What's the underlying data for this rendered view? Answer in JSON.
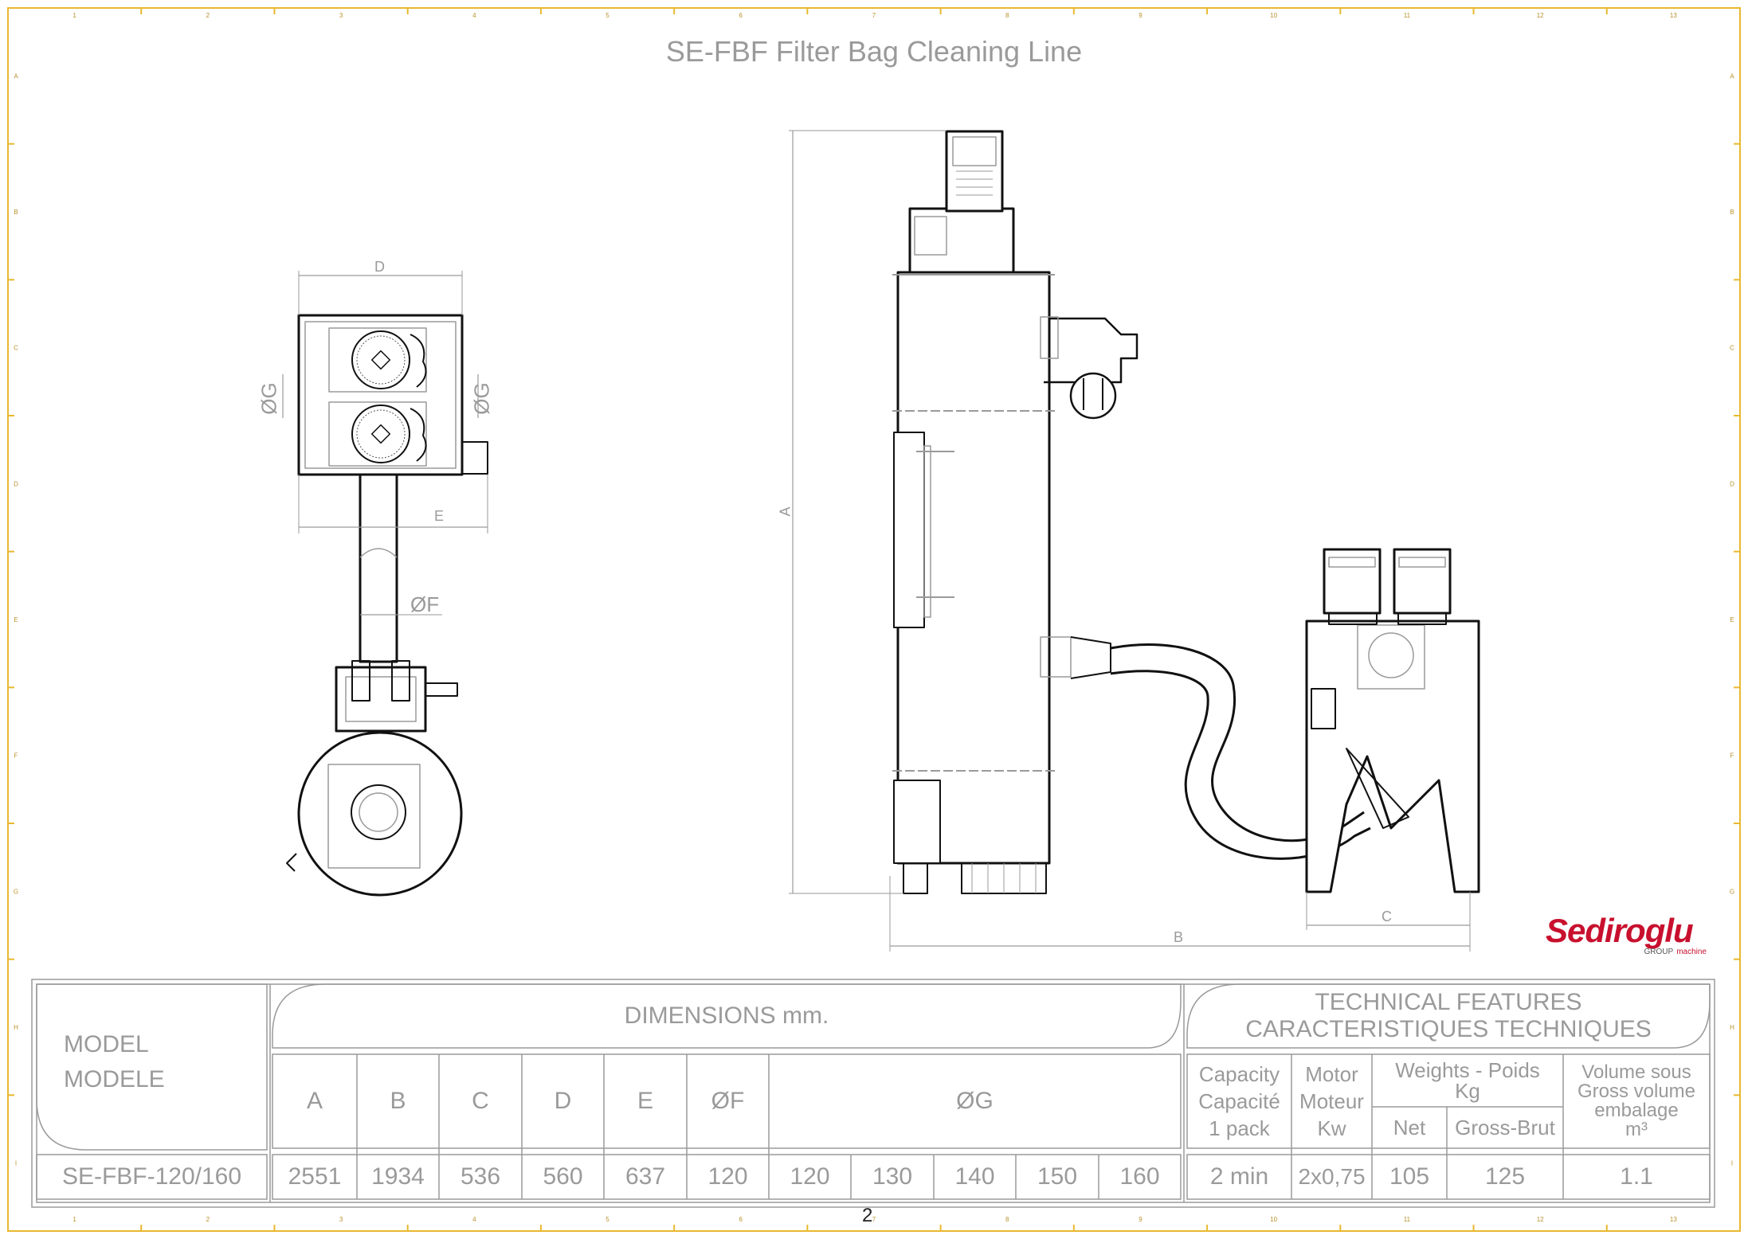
{
  "title": "SE-FBF Filter Bag Cleaning Line",
  "page_number": "2",
  "logo": {
    "brand": "Sediroglu",
    "sub_group": "GROUP",
    "sub_machine": "machine"
  },
  "drawing_labels": {
    "D": "D",
    "E": "E",
    "OG_left": "ØG",
    "OG_right": "ØG",
    "OF": "ØF",
    "A": "A",
    "B": "B",
    "C": "C"
  },
  "frame": {
    "columns": [
      "1",
      "2",
      "3",
      "4",
      "5",
      "6",
      "7",
      "8",
      "9",
      "10",
      "11",
      "12",
      "13"
    ],
    "rows": [
      "A",
      "B",
      "C",
      "D",
      "E",
      "F",
      "G",
      "H",
      "I"
    ]
  },
  "table": {
    "model_header": [
      "MODEL",
      "MODELE"
    ],
    "dimensions_header": "DIMENSIONS mm.",
    "tech_header": [
      "TECHNICAL FEATURES",
      "CARACTERISTIQUES TECHNIQUES"
    ],
    "dim_columns": [
      "A",
      "B",
      "C",
      "D",
      "E",
      "ØF",
      "ØG"
    ],
    "capacity_header": [
      "Capacity",
      "Capacité",
      "1 pack"
    ],
    "motor_header": [
      "Motor",
      "Moteur",
      "Kw"
    ],
    "weights_header": [
      "Weights - Poids",
      "Kg"
    ],
    "net_header": "Net",
    "gross_header": "Gross-Brut",
    "volume_header": [
      "Volume sous",
      "Gross volume",
      "embalage",
      "m³"
    ],
    "row": {
      "model": "SE-FBF-120/160",
      "A": "2551",
      "B": "1934",
      "C": "536",
      "D": "560",
      "E": "637",
      "F": "120",
      "G": [
        "120",
        "130",
        "140",
        "150",
        "160"
      ],
      "capacity": "2 min",
      "motor": "2x0,75",
      "net": "105",
      "gross": "125",
      "volume": "1.1"
    }
  },
  "colors": {
    "frame": "#e8b830",
    "line": "#9a9a9a",
    "ink": "#111111",
    "brand": "#c8102e"
  }
}
